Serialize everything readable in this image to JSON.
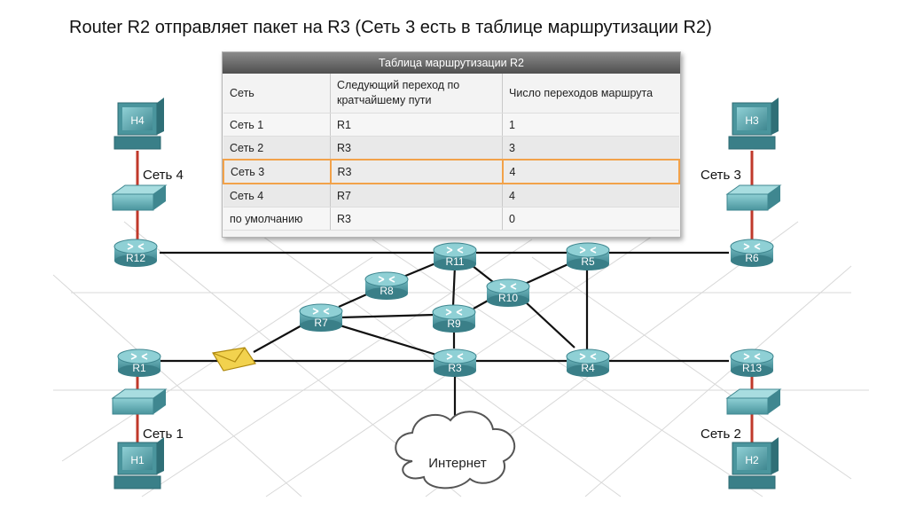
{
  "title": "Router R2 отправляет пакет на R3 (Сеть 3 есть в таблице маршрутизации R2)",
  "routing_table": {
    "caption": "Таблица маршрутизации R2",
    "headers": [
      "Сеть",
      "Следующий переход по кратчайшему пути",
      "Число переходов маршрута"
    ],
    "rows": [
      {
        "network": "Сеть 1",
        "next_hop": "R1",
        "hops": "1"
      },
      {
        "network": "Сеть 2",
        "next_hop": "R3",
        "hops": "3"
      },
      {
        "network": "Сеть 3",
        "next_hop": "R3",
        "hops": "4",
        "highlighted": true
      },
      {
        "network": "Сеть 4",
        "next_hop": "R7",
        "hops": "4"
      },
      {
        "network": "по умолчанию",
        "next_hop": "R3",
        "hops": "0"
      }
    ],
    "highlight_color": "#f2a24a"
  },
  "routers": [
    "R1",
    "R3",
    "R4",
    "R5",
    "R6",
    "R7",
    "R8",
    "R9",
    "R10",
    "R11",
    "R12",
    "R13"
  ],
  "hosts": [
    "H1",
    "H2",
    "H3",
    "H4"
  ],
  "networks": [
    "Сеть 1",
    "Сеть 2",
    "Сеть 3",
    "Сеть 4"
  ],
  "cloud_label": "Интернет",
  "colors": {
    "device": "#4f9aa2",
    "device_top": "#7cc3c9",
    "host_link": "#c0392b",
    "link": "#111111",
    "envelope": "#f2d24e"
  }
}
